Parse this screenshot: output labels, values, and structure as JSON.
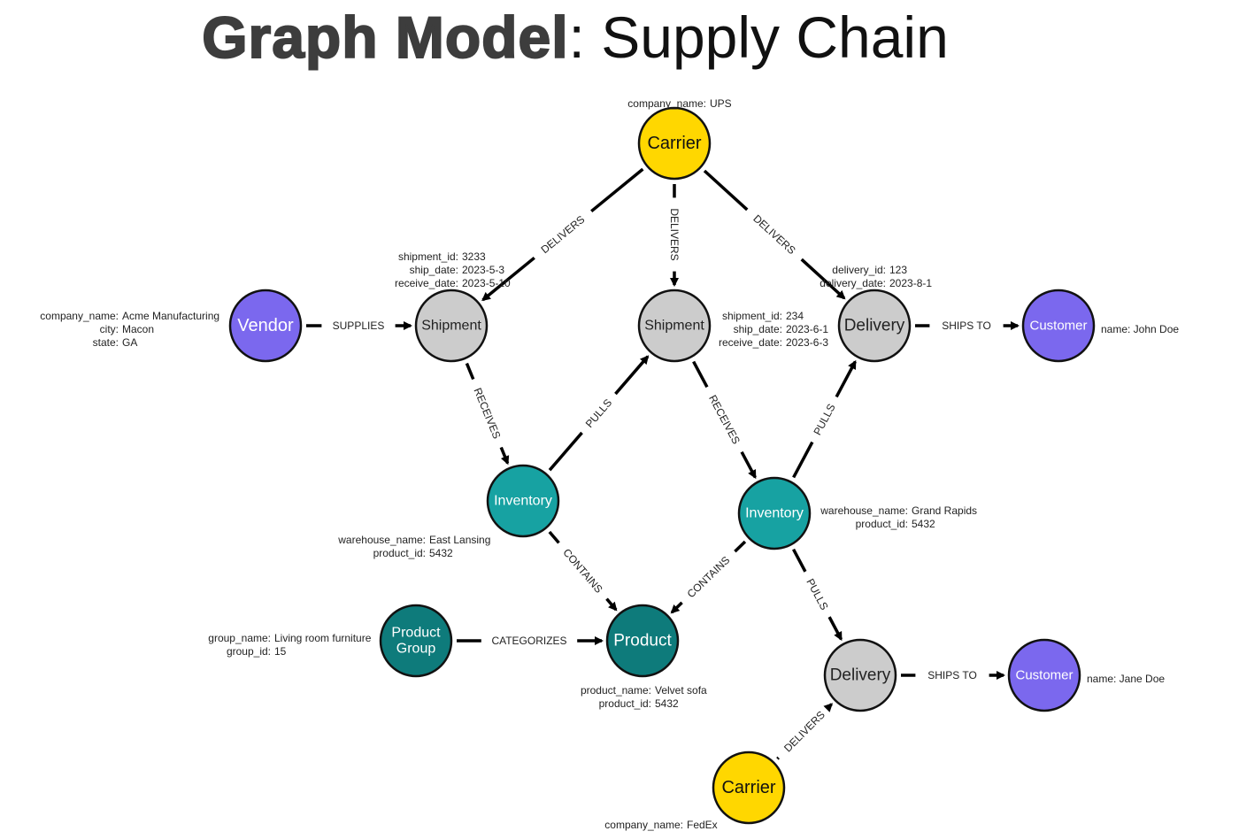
{
  "title": {
    "bold": "Graph Model",
    "rest": ": Supply Chain"
  },
  "colors": {
    "carrier": "#FFD700",
    "shipment": "#CCCCCC",
    "delivery": "#CCCCCC",
    "vendor": "#7B68EE",
    "customer": "#7B68EE",
    "inventory": "#17A2A2",
    "product": "#0E7B7B",
    "product_group": "#0E7B7B",
    "edge": "#000000"
  },
  "nodes": [
    {
      "id": "carrier_ups",
      "label": [
        "Carrier"
      ],
      "kind": "carrier",
      "fill": "#FFD700",
      "text_color": "#111111"
    },
    {
      "id": "vendor",
      "label": [
        "Vendor"
      ],
      "kind": "vendor",
      "fill": "#7B68EE",
      "text_color": "#ffffff"
    },
    {
      "id": "shipment1",
      "label": [
        "Shipment"
      ],
      "kind": "shipment",
      "fill": "#CCCCCC",
      "text_color": "#222222"
    },
    {
      "id": "shipment2",
      "label": [
        "Shipment"
      ],
      "kind": "shipment",
      "fill": "#CCCCCC",
      "text_color": "#222222"
    },
    {
      "id": "delivery1",
      "label": [
        "Delivery"
      ],
      "kind": "delivery",
      "fill": "#CCCCCC",
      "text_color": "#222222"
    },
    {
      "id": "customer1",
      "label": [
        "Customer"
      ],
      "kind": "customer",
      "fill": "#7B68EE",
      "text_color": "#ffffff"
    },
    {
      "id": "inventory1",
      "label": [
        "Inventory"
      ],
      "kind": "inventory",
      "fill": "#17A2A2",
      "text_color": "#ffffff"
    },
    {
      "id": "inventory2",
      "label": [
        "Inventory"
      ],
      "kind": "inventory",
      "fill": "#17A2A2",
      "text_color": "#ffffff"
    },
    {
      "id": "product_group",
      "label": [
        "Product",
        "Group"
      ],
      "kind": "product_group",
      "fill": "#0E7B7B",
      "text_color": "#ffffff"
    },
    {
      "id": "product",
      "label": [
        "Product"
      ],
      "kind": "product",
      "fill": "#0E7B7B",
      "text_color": "#ffffff"
    },
    {
      "id": "delivery2",
      "label": [
        "Delivery"
      ],
      "kind": "delivery",
      "fill": "#CCCCCC",
      "text_color": "#222222"
    },
    {
      "id": "customer2",
      "label": [
        "Customer"
      ],
      "kind": "customer",
      "fill": "#7B68EE",
      "text_color": "#ffffff"
    },
    {
      "id": "carrier_fedex",
      "label": [
        "Carrier"
      ],
      "kind": "carrier",
      "fill": "#FFD700",
      "text_color": "#111111"
    }
  ],
  "edges": [
    {
      "id": "e_ups_ship1",
      "from": "carrier_ups",
      "to": "shipment1",
      "label": "DELIVERS"
    },
    {
      "id": "e_ups_ship2",
      "from": "carrier_ups",
      "to": "shipment2",
      "label": "DELIVERS"
    },
    {
      "id": "e_ups_del1",
      "from": "carrier_ups",
      "to": "delivery1",
      "label": "DELIVERS"
    },
    {
      "id": "e_vendor_ship1",
      "from": "vendor",
      "to": "shipment1",
      "label": "SUPPLIES"
    },
    {
      "id": "e_del1_cust1",
      "from": "delivery1",
      "to": "customer1",
      "label": "SHIPS TO"
    },
    {
      "id": "e_ship1_inv1",
      "from": "shipment1",
      "to": "inventory1",
      "label": "RECEIVES"
    },
    {
      "id": "e_inv1_ship2",
      "from": "inventory1",
      "to": "shipment2",
      "label": "PULLS"
    },
    {
      "id": "e_ship2_inv2",
      "from": "shipment2",
      "to": "inventory2",
      "label": "RECEIVES"
    },
    {
      "id": "e_inv2_del1",
      "from": "inventory2",
      "to": "delivery1",
      "label": "PULLS"
    },
    {
      "id": "e_inv1_prod",
      "from": "inventory1",
      "to": "product",
      "label": "CONTAINS"
    },
    {
      "id": "e_inv2_prod",
      "from": "inventory2",
      "to": "product",
      "label": "CONTAINS"
    },
    {
      "id": "e_pg_prod",
      "from": "product_group",
      "to": "product",
      "label": "CATEGORIZES"
    },
    {
      "id": "e_inv2_del2",
      "from": "inventory2",
      "to": "delivery2",
      "label": "PULLS"
    },
    {
      "id": "e_del2_cust2",
      "from": "delivery2",
      "to": "customer2",
      "label": "SHIPS TO"
    },
    {
      "id": "e_fedex_del2",
      "from": "carrier_fedex",
      "to": "delivery2",
      "label": "DELIVERS"
    }
  ],
  "properties": [
    {
      "id": "p_ups",
      "lines": [
        [
          "company_name:",
          "UPS"
        ]
      ]
    },
    {
      "id": "p_ship1",
      "lines": [
        [
          "shipment_id:",
          "3233"
        ],
        [
          "ship_date:",
          "2023-5-3"
        ],
        [
          "receive_date:",
          "2023-5-10"
        ]
      ]
    },
    {
      "id": "p_vendor",
      "lines": [
        [
          "company_name:",
          "Acme Manufacturing"
        ],
        [
          "city:",
          "Macon"
        ],
        [
          "state:",
          "GA"
        ]
      ]
    },
    {
      "id": "p_ship2",
      "lines": [
        [
          "shipment_id:",
          "234"
        ],
        [
          "ship_date:",
          "2023-6-1"
        ],
        [
          "receive_date:",
          "2023-6-3"
        ]
      ]
    },
    {
      "id": "p_del1",
      "lines": [
        [
          "delivery_id:",
          "123"
        ],
        [
          "delivery_date:",
          "2023-8-1"
        ]
      ]
    },
    {
      "id": "p_cust1",
      "lines": [
        [
          "name:",
          "John Doe"
        ]
      ]
    },
    {
      "id": "p_inv1",
      "lines": [
        [
          "warehouse_name:",
          "East Lansing"
        ],
        [
          "product_id:",
          "5432"
        ]
      ]
    },
    {
      "id": "p_inv2",
      "lines": [
        [
          "warehouse_name:",
          "Grand Rapids"
        ],
        [
          "product_id:",
          "5432"
        ]
      ]
    },
    {
      "id": "p_pg",
      "lines": [
        [
          "group_name:",
          "Living room furniture"
        ],
        [
          "group_id:",
          "15"
        ]
      ]
    },
    {
      "id": "p_prod",
      "lines": [
        [
          "product_name:",
          "Velvet sofa"
        ],
        [
          "product_id:",
          "5432"
        ]
      ]
    },
    {
      "id": "p_cust2",
      "lines": [
        [
          "name:",
          "Jane Doe"
        ]
      ]
    },
    {
      "id": "p_fedex",
      "lines": [
        [
          "company_name:",
          "FedEx"
        ]
      ]
    }
  ]
}
